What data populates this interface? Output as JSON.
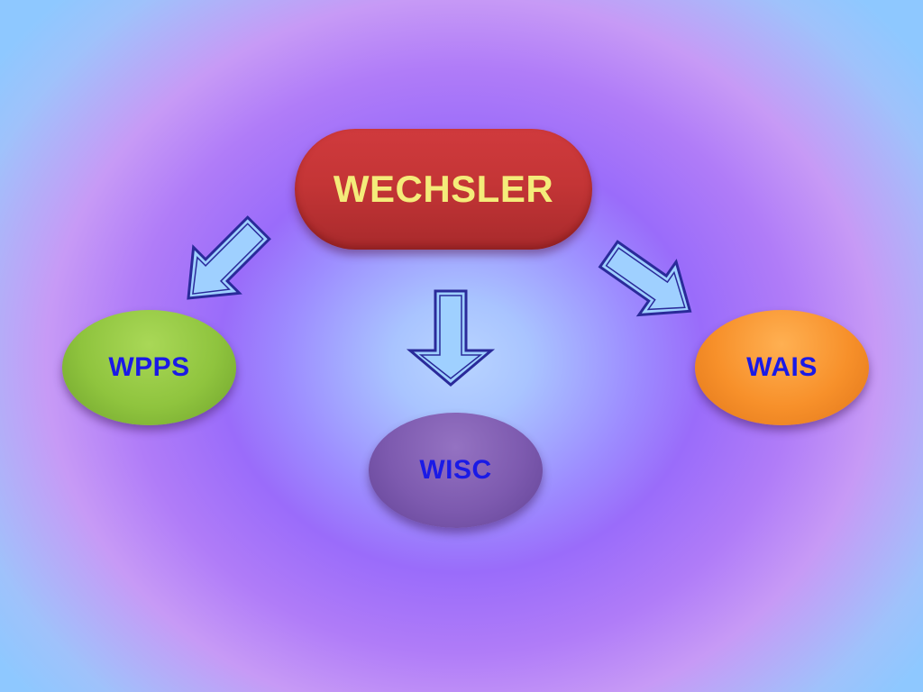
{
  "root": {
    "label": "WECHSLER"
  },
  "children": [
    {
      "id": "wpps",
      "label": "WPPS"
    },
    {
      "id": "wisc",
      "label": "WISC"
    },
    {
      "id": "wais",
      "label": "WAIS"
    }
  ],
  "colors": {
    "root_fill": "#c43536",
    "root_text": "#f4ec7a",
    "wpps_fill": "#8fc43e",
    "wisc_fill": "#7d5aaf",
    "wais_fill": "#f7902a",
    "child_text": "#1a1ae6",
    "arrow_fill": "#9fd0ff",
    "arrow_stroke": "#2a2a9a"
  },
  "edges": [
    {
      "from": "WECHSLER",
      "to": "WPPS",
      "icon": "hollow-arrow-icon"
    },
    {
      "from": "WECHSLER",
      "to": "WISC",
      "icon": "hollow-arrow-icon"
    },
    {
      "from": "WECHSLER",
      "to": "WAIS",
      "icon": "hollow-arrow-icon"
    }
  ]
}
